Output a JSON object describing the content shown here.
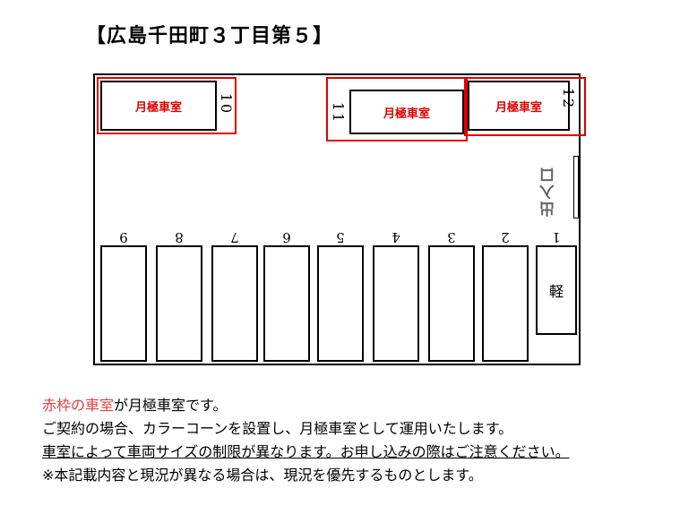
{
  "title": "【広島千田町３丁目第５】",
  "monthly_label": "月極車室",
  "kei_label": "軽",
  "exit_label": "出入口",
  "spaces_bottom": [
    {
      "number": "9",
      "kei": false
    },
    {
      "number": "8",
      "kei": false
    },
    {
      "number": "7",
      "kei": false
    },
    {
      "number": "6",
      "kei": false
    },
    {
      "number": "5",
      "kei": false
    },
    {
      "number": "4",
      "kei": false
    },
    {
      "number": "3",
      "kei": false
    },
    {
      "number": "2",
      "kei": false
    },
    {
      "number": "1",
      "kei": true
    }
  ],
  "spaces_top": [
    {
      "number": "10",
      "monthly": true
    },
    {
      "number": "11",
      "monthly": true
    },
    {
      "number": "12",
      "monthly": true
    }
  ],
  "notes": {
    "line1_red": "赤枠の車室",
    "line1_rest": "が月極車室です。",
    "line2": "ご契約の場合、カラーコーンを設置し、月極車室として運用いたします。",
    "line3": "車室によって車両サイズの制限が異なります。お申し込みの際はご注意ください。",
    "line4": "※本記載内容と現況が異なる場合は、現況を優先するものとします。"
  },
  "colors": {
    "monthly_frame": "#e00000",
    "note_red": "#e04040",
    "line": "#000000"
  }
}
